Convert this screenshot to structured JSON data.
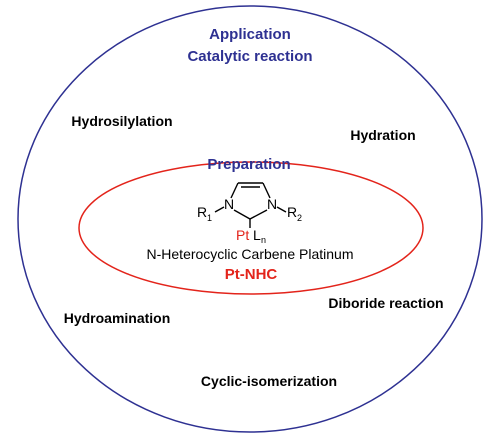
{
  "colors": {
    "outer_circle": "#2e3192",
    "heading": "#2e3192",
    "inner_ellipse": "#e3241b",
    "accent_red": "#e3241b",
    "text": "#000000"
  },
  "outer": {
    "title": "Application",
    "subtitle": "Catalytic reaction"
  },
  "reactions": {
    "hydrosilylation": "Hydrosilylation",
    "hydration": "Hydration",
    "hydroamination": "Hydroamination",
    "diboride": "Diboride reaction",
    "cyclic": "Cyclic-isomerization"
  },
  "inner": {
    "title": "Preparation",
    "name": "N-Heterocyclic Carbene Platinum",
    "abbr": "Pt-NHC"
  },
  "structure": {
    "n1": "N",
    "n3": "N",
    "r1": "R",
    "r1_sub": "1",
    "r2": "R",
    "r2_sub": "2",
    "metal": "Pt",
    "ligand": "L",
    "ligand_sub": "n"
  }
}
